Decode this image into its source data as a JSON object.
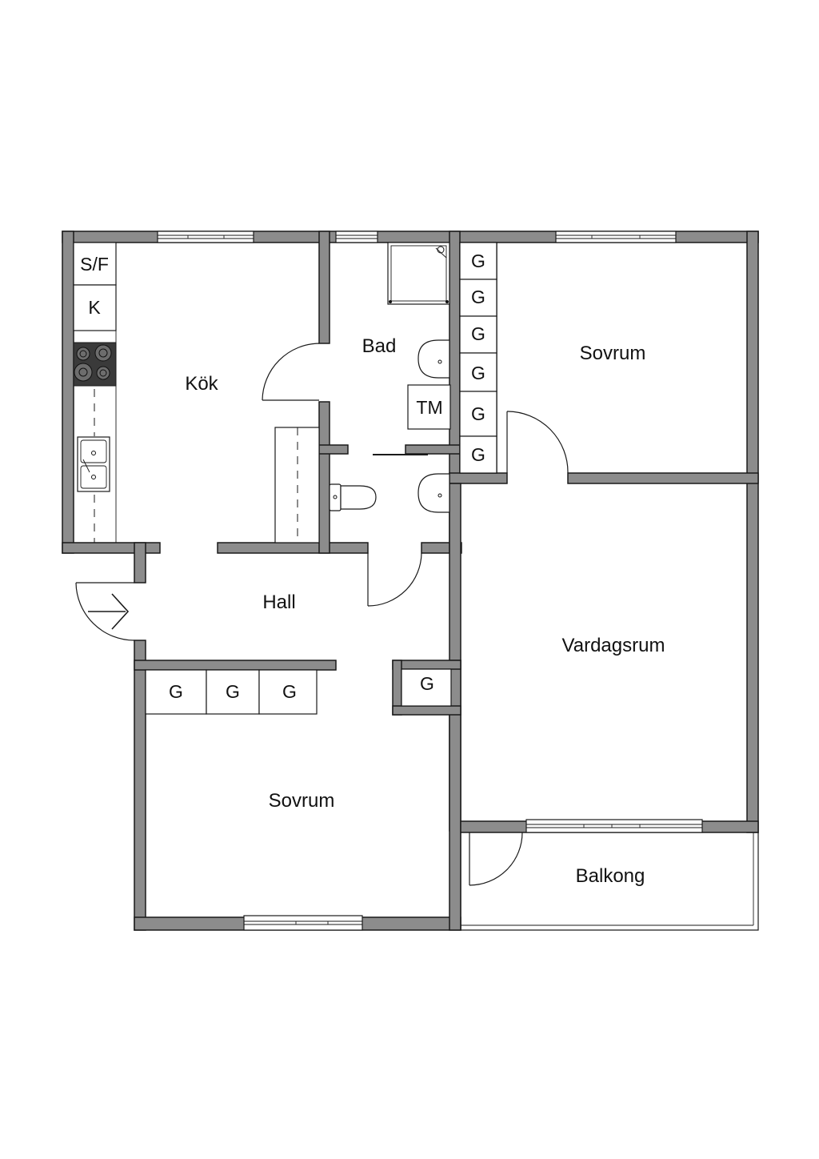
{
  "rooms": {
    "kok": "Kök",
    "bad": "Bad",
    "sovrum_top": "Sovrum",
    "hall": "Hall",
    "vardagsrum": "Vardagsrum",
    "sovrum_bottom": "Sovrum",
    "balkong": "Balkong"
  },
  "fixtures": {
    "sf": "S/F",
    "k": "K",
    "tm": "TM",
    "closet": "G"
  },
  "colors": {
    "wall": "#8c8c8c",
    "line": "#1a1a1a",
    "background": "#ffffff"
  }
}
